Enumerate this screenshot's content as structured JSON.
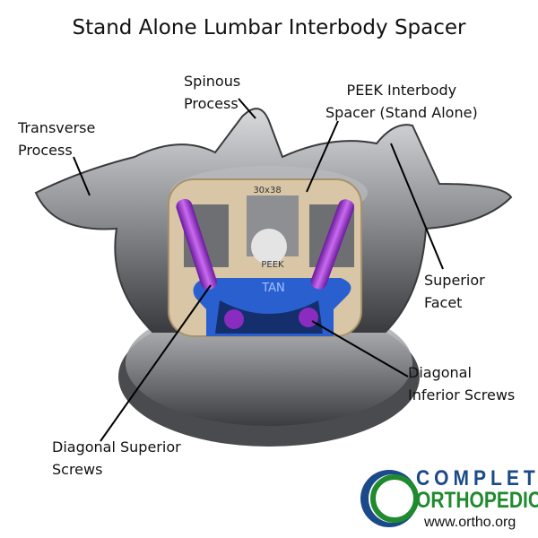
{
  "title": "Stand Alone Lumbar Interbody Spacer",
  "labels": {
    "spinous": [
      "Spinous",
      "Process"
    ],
    "peek": [
      "PEEK Interbody",
      "Spacer (Stand Alone)"
    ],
    "transverse": [
      "Transverse",
      "Process"
    ],
    "facet": [
      "Superior",
      "Facet"
    ],
    "inferior": [
      "Diagonal",
      "Inferior Screws"
    ],
    "superior": [
      "Diagonal Superior",
      "Screws"
    ]
  },
  "implant_markings": {
    "size": "30x38",
    "material": "PEEK",
    "plate": "TAN"
  },
  "logo": {
    "line1": "COMPLETE",
    "line2": "ORTHOPEDICS",
    "url": "www.ortho.org"
  },
  "colors": {
    "screw": "#9b2fd0",
    "plate": "#2a5fd0",
    "peek": "#d8c6a6",
    "logo_blue": "#1b4a8a",
    "logo_green": "#1f8a2e"
  }
}
